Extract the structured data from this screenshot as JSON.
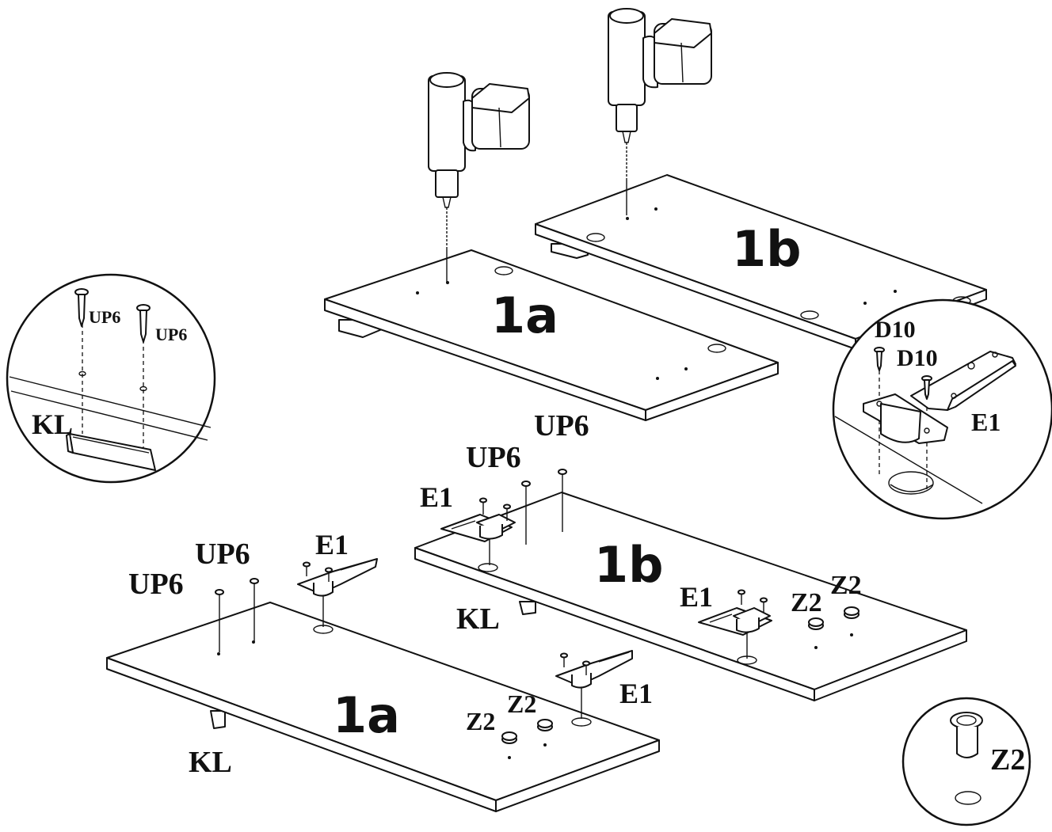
{
  "panels": {
    "main_1a": "1a",
    "main_1b": "1b",
    "top_1a": "1a",
    "top_1b": "1b"
  },
  "parts": {
    "screw_up6": "UP6",
    "screw_d10": "D10",
    "hinge_e1": "E1",
    "handle_kl": "KL",
    "cap_z2": "Z2"
  },
  "icons": [
    "drill-icon",
    "screw-icon",
    "hinge-icon",
    "handle-icon",
    "cap-icon"
  ],
  "colors": {
    "line": "#111111",
    "background": "#ffffff"
  }
}
